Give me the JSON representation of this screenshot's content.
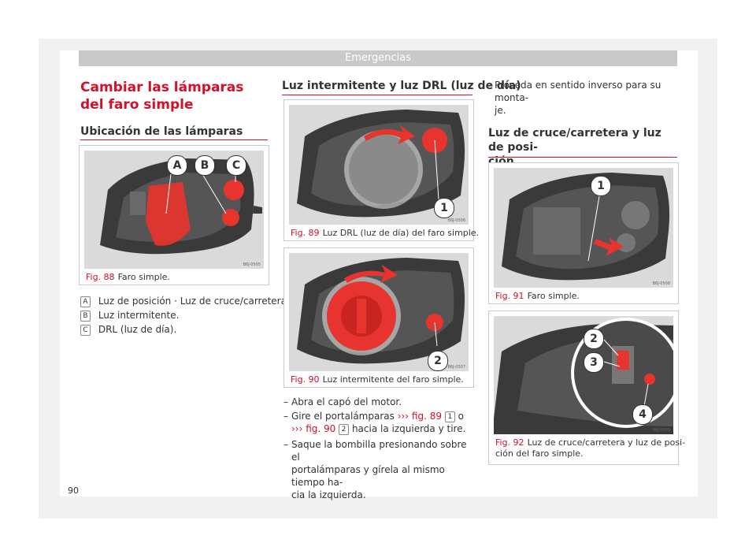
{
  "header": {
    "section": "Emergencias"
  },
  "left": {
    "title": "Cambiar las lámparas del faro simple",
    "subtitle": "Ubicación de las lámparas",
    "figure": {
      "number": "Fig. 88",
      "caption": "Faro simple.",
      "code": "B6J-0505",
      "labels": [
        "A",
        "B",
        "C"
      ]
    },
    "legend": [
      {
        "key": "A",
        "text": "Luz de posición · Luz de cruce/carretera."
      },
      {
        "key": "B",
        "text": "Luz intermitente."
      },
      {
        "key": "C",
        "text": "DRL (luz de día)."
      }
    ]
  },
  "middle": {
    "heading": "Luz intermitente y luz DRL (luz de día)",
    "fig89": {
      "number": "Fig. 89",
      "caption": "Luz DRL (luz de día) del faro simple.",
      "code": "B6J-0506",
      "label": "1"
    },
    "fig90": {
      "number": "Fig. 90",
      "caption": "Luz intermitente del faro simple.",
      "code": "B6J-0507",
      "label": "2"
    },
    "steps": {
      "s1": "Abra el capó del motor.",
      "s2_a": "Gire el portalámparas",
      "s2_ref1": "››› fig. 89",
      "s2_badge1": "1",
      "s2_o": "o",
      "s2_ref2": "››› fig. 90",
      "s2_badge2": "2",
      "s2_b": "hacia la izquierda y tire.",
      "s3_l1": "Saque la bombilla presionando sobre el",
      "s3_l2": "portalámparas y gírela al mismo tiempo ha-",
      "s3_l3": "cia la izquierda.",
      "dash": "–"
    }
  },
  "right": {
    "step_l1": "Proceda en sentido inverso para su monta-",
    "step_l2": "je.",
    "heading_l1": "Luz de cruce/carretera y luz de posi-",
    "heading_l2": "ción",
    "fig91": {
      "number": "Fig. 91",
      "caption": "Faro simple.",
      "code": "B6J-0508",
      "label": "1"
    },
    "fig92": {
      "number": "Fig. 92",
      "caption_l1": "Luz de cruce/carretera y luz de posi-",
      "caption_l2": "ción del faro simple.",
      "code": "B6J-0509",
      "labels": [
        "2",
        "3",
        "4"
      ]
    }
  },
  "page_number": "90",
  "colors": {
    "accent": "#d40f2a",
    "header_bar": "#c9c9c9",
    "lamp_red": "#e8342f"
  }
}
